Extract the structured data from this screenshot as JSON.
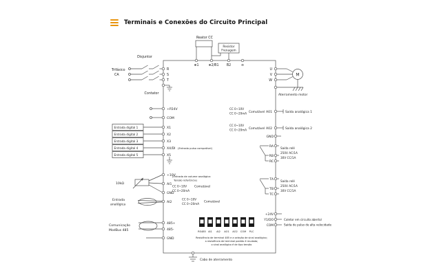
{
  "header": {
    "title": "Terminais e Conexões do Circuito Principal"
  },
  "dc_bus": {
    "reactor": "Reator CC",
    "brake1": "Resistor",
    "brake2": "Frenagem",
    "t1": "⊕1",
    "t2": "⊕2/B1",
    "t3": "B2",
    "t4": "⊖"
  },
  "power_input": {
    "breaker": "Disjuntor",
    "supply1": "Trifásico",
    "supply2": "CA",
    "contactor": "Contator",
    "r": "R",
    "s": "S",
    "t": "T"
  },
  "power_output": {
    "u": "U",
    "v": "V",
    "w": "W",
    "motor": "M",
    "ground_label": "Aterramento motor"
  },
  "digital_inputs": {
    "p24": "+P24V",
    "com": "COM",
    "x4_note": "(Entrada pulso compatível)",
    "inputs": [
      {
        "label": "Entrada digital 1",
        "terminal": "X1"
      },
      {
        "label": "Entrada digital 2",
        "terminal": "X2"
      },
      {
        "label": "Entrada digital 3",
        "terminal": "X3"
      },
      {
        "label": "Entrada digital 4",
        "terminal": "X4/DI"
      },
      {
        "label": "Entrada digital 5",
        "terminal": "X5"
      }
    ]
  },
  "analog_outputs": {
    "ao1": {
      "range1": "CC 0~10V",
      "range2": "CC 0~20mA",
      "switch": "Comutável",
      "terminal": "A01",
      "label": "Saída analógica 1"
    },
    "ao2": {
      "range1": "CC 0~10V",
      "range2": "CC 0~20mA",
      "switch": "Comutável",
      "terminal": "A02",
      "label": "Saída analógica 2"
    },
    "gnd": "GND"
  },
  "relay1": {
    "a": "RA",
    "b": "RB",
    "c": "RC",
    "l1": "Saída relé",
    "l2": "250V AC/1A",
    "l3": "30V CC/1A"
  },
  "relay2": {
    "a": "TA",
    "b": "TB",
    "c": "TC",
    "l1": "Saída relé",
    "l2": "250V AC/1A",
    "l3": "30V CC/1A"
  },
  "analog_inputs": {
    "pot": "10kΩ",
    "p10": "+10V",
    "ai1": "AI1",
    "ai1_note1": "(Entrada de volume analógica",
    "ai1_note2": "Tensão referência)",
    "ai1_range1": "CC 0~10V",
    "ai1_range2": "CC 0~20mA",
    "ai1_switch": "Comutável",
    "gnd": "GND",
    "ai2": "AI2",
    "ai2_label1": "Entrada",
    "ai2_label2": "analógica",
    "ai2_range1": "CC 0~10V",
    "ai2_range2": "CC 0~20mA",
    "ai2_switch": "Comutável"
  },
  "communication": {
    "label1": "Comunicação",
    "label2": "ModBus 485",
    "t1": "485+",
    "t2": "485-",
    "t3": "GND"
  },
  "dip": {
    "switches": [
      "RS485",
      "AI1",
      "AI2",
      "AO1",
      "AO2",
      "COM",
      "PLC"
    ],
    "note1": "Resistência de terminal 485 e a seleção de sinal analógico;",
    "note2": "a resistência de terminal padrão é mudada;",
    "note3": "o sinal analógico é de tipo tensão"
  },
  "digital_output": {
    "t1": "+24V",
    "t2": "Y1/DO",
    "t3": "COM",
    "label1": "Coletor em circuito aberto/",
    "label2": "Saída de pulso de alta velocidade"
  },
  "ground": {
    "label": "Cabo de aterramento"
  }
}
